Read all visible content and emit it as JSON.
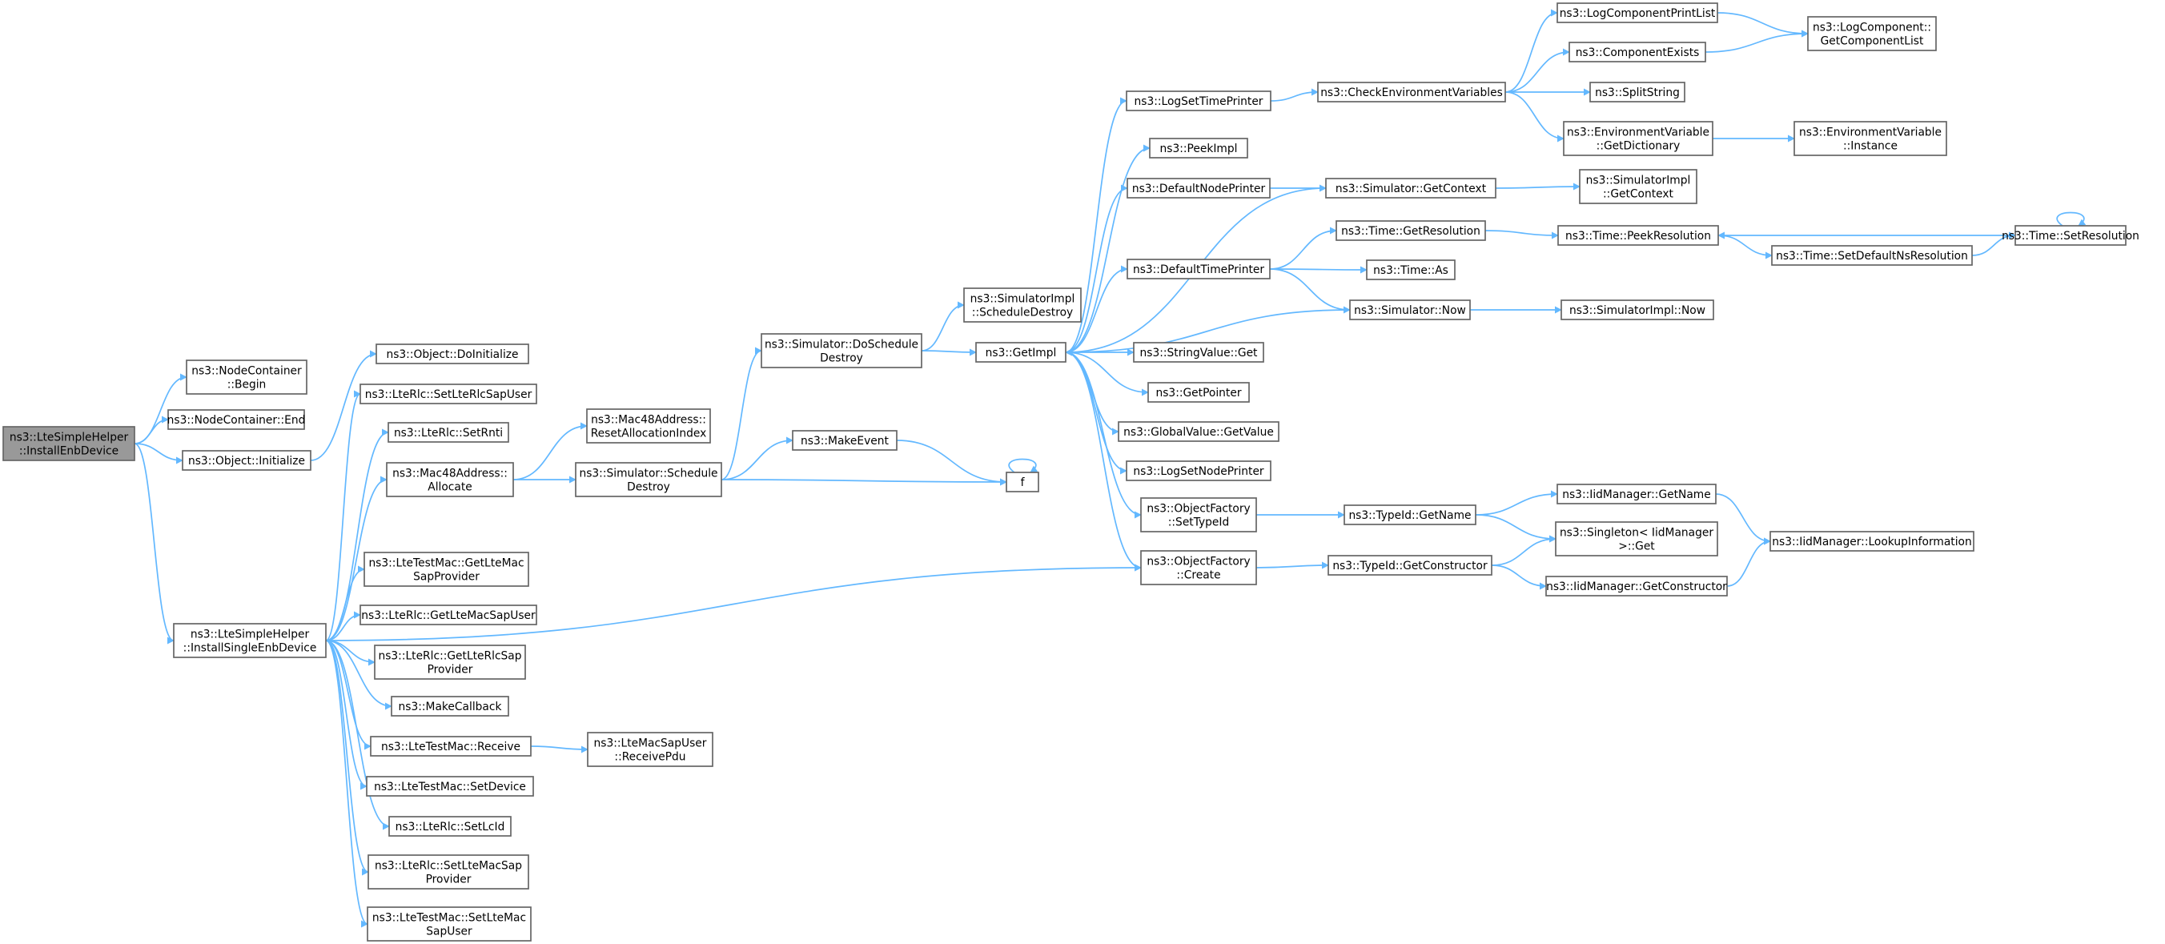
{
  "diagram": {
    "kind": "doxygen call graph",
    "colors": {
      "edge": "#63b8ff",
      "node_border": "#666666",
      "root_fill": "#999999",
      "node_fill": "#ffffff"
    },
    "nodes": [
      {
        "id": "root",
        "lines": [
          "ns3::LteSimpleHelper",
          "::InstallEnbDevice"
        ]
      },
      {
        "id": "ncBegin",
        "lines": [
          "ns3::NodeContainer",
          "::Begin"
        ]
      },
      {
        "id": "ncEnd",
        "lines": [
          "ns3::NodeContainer::End"
        ]
      },
      {
        "id": "objInit",
        "lines": [
          "ns3::Object::Initialize"
        ]
      },
      {
        "id": "single",
        "lines": [
          "ns3::LteSimpleHelper",
          "::InstallSingleEnbDevice"
        ]
      },
      {
        "id": "doInit",
        "lines": [
          "ns3::Object::DoInitialize"
        ]
      },
      {
        "id": "setLteRlcSapUser",
        "lines": [
          "ns3::LteRlc::SetLteRlcSapUser"
        ]
      },
      {
        "id": "setRnti",
        "lines": [
          "ns3::LteRlc::SetRnti"
        ]
      },
      {
        "id": "macAlloc",
        "lines": [
          "ns3::Mac48Address::",
          "Allocate"
        ]
      },
      {
        "id": "getLteMacSapProvider",
        "lines": [
          "ns3::LteTestMac::GetLteMac",
          "SapProvider"
        ]
      },
      {
        "id": "getLteMacSapUser",
        "lines": [
          "ns3::LteRlc::GetLteMacSapUser"
        ]
      },
      {
        "id": "getLteRlcSapProvider",
        "lines": [
          "ns3::LteRlc::GetLteRlcSap",
          "Provider"
        ]
      },
      {
        "id": "makeCallback",
        "lines": [
          "ns3::MakeCallback"
        ]
      },
      {
        "id": "receive",
        "lines": [
          "ns3::LteTestMac::Receive"
        ]
      },
      {
        "id": "setDevice",
        "lines": [
          "ns3::LteTestMac::SetDevice"
        ]
      },
      {
        "id": "setLcId",
        "lines": [
          "ns3::LteRlc::SetLcId"
        ]
      },
      {
        "id": "setLteMacSapProvider",
        "lines": [
          "ns3::LteRlc::SetLteMacSap",
          "Provider"
        ]
      },
      {
        "id": "setLteMacSapUser",
        "lines": [
          "ns3::LteTestMac::SetLteMac",
          "SapUser"
        ]
      },
      {
        "id": "resetAlloc",
        "lines": [
          "ns3::Mac48Address::",
          "ResetAllocationIndex"
        ]
      },
      {
        "id": "schedDestroy",
        "lines": [
          "ns3::Simulator::Schedule",
          "Destroy"
        ]
      },
      {
        "id": "receivePdu",
        "lines": [
          "ns3::LteMacSapUser",
          "::ReceivePdu"
        ]
      },
      {
        "id": "doSchedDestroy",
        "lines": [
          "ns3::Simulator::DoSchedule",
          "Destroy"
        ]
      },
      {
        "id": "makeEvent",
        "lines": [
          "ns3::MakeEvent"
        ]
      },
      {
        "id": "f",
        "lines": [
          "f"
        ]
      },
      {
        "id": "implSchedDestroy",
        "lines": [
          "ns3::SimulatorImpl",
          "::ScheduleDestroy"
        ]
      },
      {
        "id": "getImpl",
        "lines": [
          "ns3::GetImpl"
        ]
      },
      {
        "id": "logSetTimePrinter",
        "lines": [
          "ns3::LogSetTimePrinter"
        ]
      },
      {
        "id": "peekImpl",
        "lines": [
          "ns3::PeekImpl"
        ]
      },
      {
        "id": "defNodePrinter",
        "lines": [
          "ns3::DefaultNodePrinter"
        ]
      },
      {
        "id": "defTimePrinter",
        "lines": [
          "ns3::DefaultTimePrinter"
        ]
      },
      {
        "id": "strValGet",
        "lines": [
          "ns3::StringValue::Get"
        ]
      },
      {
        "id": "getPointer",
        "lines": [
          "ns3::GetPointer"
        ]
      },
      {
        "id": "gvGetValue",
        "lines": [
          "ns3::GlobalValue::GetValue"
        ]
      },
      {
        "id": "logSetNodePrinter",
        "lines": [
          "ns3::LogSetNodePrinter"
        ]
      },
      {
        "id": "ofSetTypeId",
        "lines": [
          "ns3::ObjectFactory",
          "::SetTypeId"
        ]
      },
      {
        "id": "ofCreate",
        "lines": [
          "ns3::ObjectFactory",
          "::Create"
        ]
      },
      {
        "id": "checkEnv",
        "lines": [
          "ns3::CheckEnvironmentVariables"
        ]
      },
      {
        "id": "simGetContext",
        "lines": [
          "ns3::Simulator::GetContext"
        ]
      },
      {
        "id": "timeGetRes",
        "lines": [
          "ns3::Time::GetResolution"
        ]
      },
      {
        "id": "timeAs",
        "lines": [
          "ns3::Time::As"
        ]
      },
      {
        "id": "simNow",
        "lines": [
          "ns3::Simulator::Now"
        ]
      },
      {
        "id": "typeGetName",
        "lines": [
          "ns3::TypeId::GetName"
        ]
      },
      {
        "id": "typeGetCtor",
        "lines": [
          "ns3::TypeId::GetConstructor"
        ]
      },
      {
        "id": "logCompPrintList",
        "lines": [
          "ns3::LogComponentPrintList"
        ]
      },
      {
        "id": "compExists",
        "lines": [
          "ns3::ComponentExists"
        ]
      },
      {
        "id": "splitString",
        "lines": [
          "ns3::SplitString"
        ]
      },
      {
        "id": "envGetDict",
        "lines": [
          "ns3::EnvironmentVariable",
          "::GetDictionary"
        ]
      },
      {
        "id": "implGetContext",
        "lines": [
          "ns3::SimulatorImpl",
          "::GetContext"
        ]
      },
      {
        "id": "timePeekRes",
        "lines": [
          "ns3::Time::PeekResolution"
        ]
      },
      {
        "id": "implNow",
        "lines": [
          "ns3::SimulatorImpl::Now"
        ]
      },
      {
        "id": "iidGetName",
        "lines": [
          "ns3::IidManager::GetName"
        ]
      },
      {
        "id": "singletonGet",
        "lines": [
          "ns3::Singleton< IidManager",
          ">::Get"
        ]
      },
      {
        "id": "iidGetCtor",
        "lines": [
          "ns3::IidManager::GetConstructor"
        ]
      },
      {
        "id": "logCompGetList",
        "lines": [
          "ns3::LogComponent::",
          "GetComponentList"
        ]
      },
      {
        "id": "envInstance",
        "lines": [
          "ns3::EnvironmentVariable",
          "::Instance"
        ]
      },
      {
        "id": "timeSetDefault",
        "lines": [
          "ns3::Time::SetDefaultNsResolution"
        ]
      },
      {
        "id": "iidLookup",
        "lines": [
          "ns3::IidManager::LookupInformation"
        ]
      },
      {
        "id": "timeSetRes",
        "lines": [
          "ns3::Time::SetResolution"
        ]
      }
    ],
    "edges": [
      [
        "root",
        "ncBegin"
      ],
      [
        "root",
        "ncEnd"
      ],
      [
        "root",
        "objInit"
      ],
      [
        "root",
        "single"
      ],
      [
        "objInit",
        "doInit"
      ],
      [
        "single",
        "setLteRlcSapUser"
      ],
      [
        "single",
        "setRnti"
      ],
      [
        "single",
        "macAlloc"
      ],
      [
        "single",
        "ofCreate"
      ],
      [
        "single",
        "getLteMacSapProvider"
      ],
      [
        "single",
        "getLteMacSapUser"
      ],
      [
        "single",
        "getLteRlcSapProvider"
      ],
      [
        "single",
        "makeCallback"
      ],
      [
        "single",
        "receive"
      ],
      [
        "single",
        "setDevice"
      ],
      [
        "single",
        "setLcId"
      ],
      [
        "single",
        "setLteMacSapProvider"
      ],
      [
        "single",
        "setLteMacSapUser"
      ],
      [
        "macAlloc",
        "resetAlloc"
      ],
      [
        "macAlloc",
        "schedDestroy"
      ],
      [
        "receive",
        "receivePdu"
      ],
      [
        "schedDestroy",
        "doSchedDestroy"
      ],
      [
        "schedDestroy",
        "makeEvent"
      ],
      [
        "schedDestroy",
        "f"
      ],
      [
        "makeEvent",
        "f"
      ],
      [
        "f",
        "f"
      ],
      [
        "doSchedDestroy",
        "implSchedDestroy"
      ],
      [
        "doSchedDestroy",
        "getImpl"
      ],
      [
        "getImpl",
        "logSetTimePrinter"
      ],
      [
        "getImpl",
        "peekImpl"
      ],
      [
        "getImpl",
        "defNodePrinter"
      ],
      [
        "getImpl",
        "defTimePrinter"
      ],
      [
        "getImpl",
        "strValGet"
      ],
      [
        "getImpl",
        "getPointer"
      ],
      [
        "getImpl",
        "gvGetValue"
      ],
      [
        "getImpl",
        "logSetNodePrinter"
      ],
      [
        "getImpl",
        "ofSetTypeId"
      ],
      [
        "getImpl",
        "ofCreate"
      ],
      [
        "simGetContext",
        "getImpl"
      ],
      [
        "simNow",
        "getImpl"
      ],
      [
        "logSetTimePrinter",
        "checkEnv"
      ],
      [
        "defNodePrinter",
        "simGetContext"
      ],
      [
        "defTimePrinter",
        "timeGetRes"
      ],
      [
        "defTimePrinter",
        "timeAs"
      ],
      [
        "defTimePrinter",
        "simNow"
      ],
      [
        "ofSetTypeId",
        "typeGetName"
      ],
      [
        "ofCreate",
        "typeGetCtor"
      ],
      [
        "checkEnv",
        "logCompPrintList"
      ],
      [
        "checkEnv",
        "compExists"
      ],
      [
        "checkEnv",
        "splitString"
      ],
      [
        "checkEnv",
        "envGetDict"
      ],
      [
        "simGetContext",
        "implGetContext"
      ],
      [
        "timeGetRes",
        "timePeekRes"
      ],
      [
        "simNow",
        "implNow"
      ],
      [
        "typeGetName",
        "iidGetName"
      ],
      [
        "typeGetName",
        "singletonGet"
      ],
      [
        "typeGetCtor",
        "singletonGet"
      ],
      [
        "typeGetCtor",
        "iidGetCtor"
      ],
      [
        "logCompPrintList",
        "logCompGetList"
      ],
      [
        "compExists",
        "logCompGetList"
      ],
      [
        "envGetDict",
        "envInstance"
      ],
      [
        "timePeekRes",
        "timeSetDefault"
      ],
      [
        "timeSetDefault",
        "timeSetRes"
      ],
      [
        "timeSetRes",
        "timePeekRes"
      ],
      [
        "timeSetRes",
        "timeSetRes"
      ],
      [
        "iidGetName",
        "iidLookup"
      ],
      [
        "iidGetCtor",
        "iidLookup"
      ]
    ]
  }
}
